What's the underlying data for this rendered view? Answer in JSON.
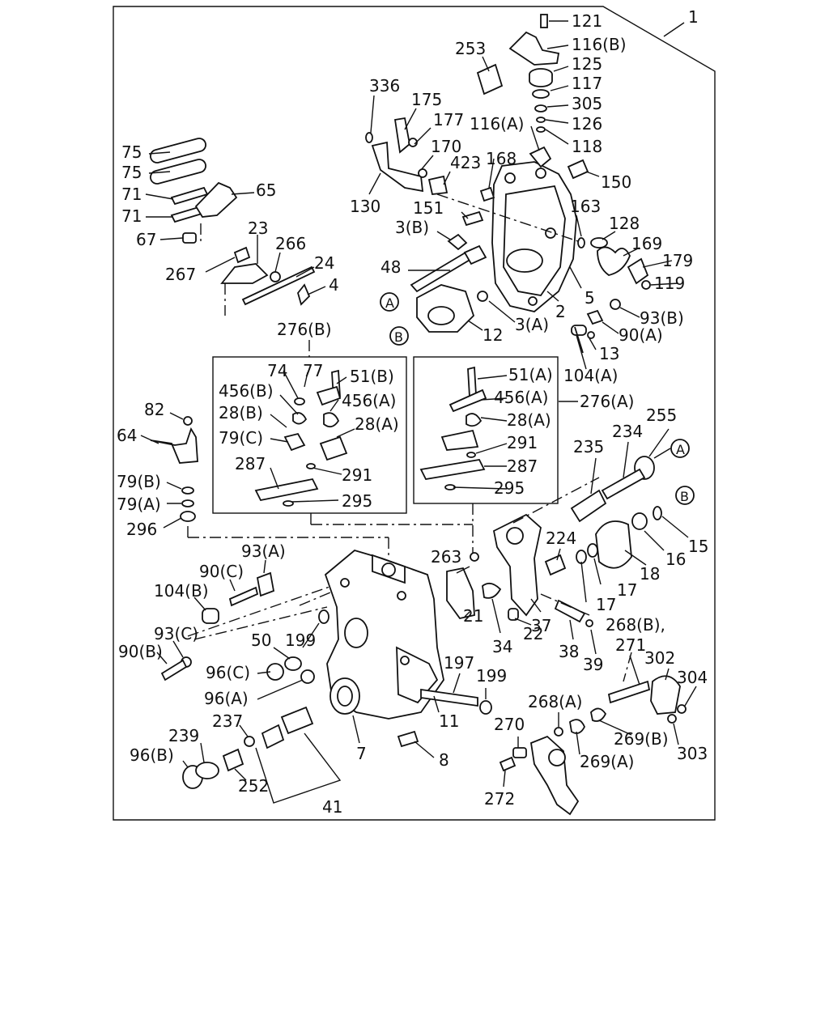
{
  "assembly_callout": "1",
  "callouts": [
    "121",
    "116(B)",
    "125",
    "117",
    "305",
    "126",
    "118",
    "116(A)",
    "150",
    "253",
    "336",
    "175",
    "177",
    "170",
    "130",
    "168",
    "423",
    "163",
    "128",
    "169",
    "179",
    "119",
    "151",
    "3(B)",
    "48",
    "5",
    "2",
    "12",
    "3(A)",
    "93(B)",
    "90(A)",
    "13",
    "104(A)",
    "75",
    "75",
    "71",
    "71",
    "65",
    "67",
    "23",
    "266",
    "24",
    "4",
    "267",
    "276(B)",
    "74",
    "77",
    "51(B)",
    "456(B)",
    "456(A)",
    "28(B)",
    "28(A)",
    "79(C)",
    "287",
    "291",
    "295",
    "51(A)",
    "456(A)",
    "276(A)",
    "28(A)",
    "291",
    "287",
    "295",
    "82",
    "64",
    "79(B)",
    "79(A)",
    "296",
    "255",
    "234",
    "235",
    "15",
    "16",
    "18",
    "17",
    "17",
    "224",
    "263",
    "93(A)",
    "90(C)",
    "104(B)",
    "50",
    "199",
    "93(C)",
    "90(B)",
    "96(C)",
    "96(A)",
    "21",
    "34",
    "37",
    "22",
    "38",
    "39",
    "268(B),",
    "271",
    "302",
    "304",
    "197",
    "199",
    "11",
    "268(A)",
    "303",
    "269(B)",
    "269(A)",
    "7",
    "8",
    "237",
    "239",
    "96(B)",
    "252",
    "41",
    "270",
    "272"
  ],
  "circle_marks": [
    "A",
    "B",
    "A",
    "B"
  ]
}
